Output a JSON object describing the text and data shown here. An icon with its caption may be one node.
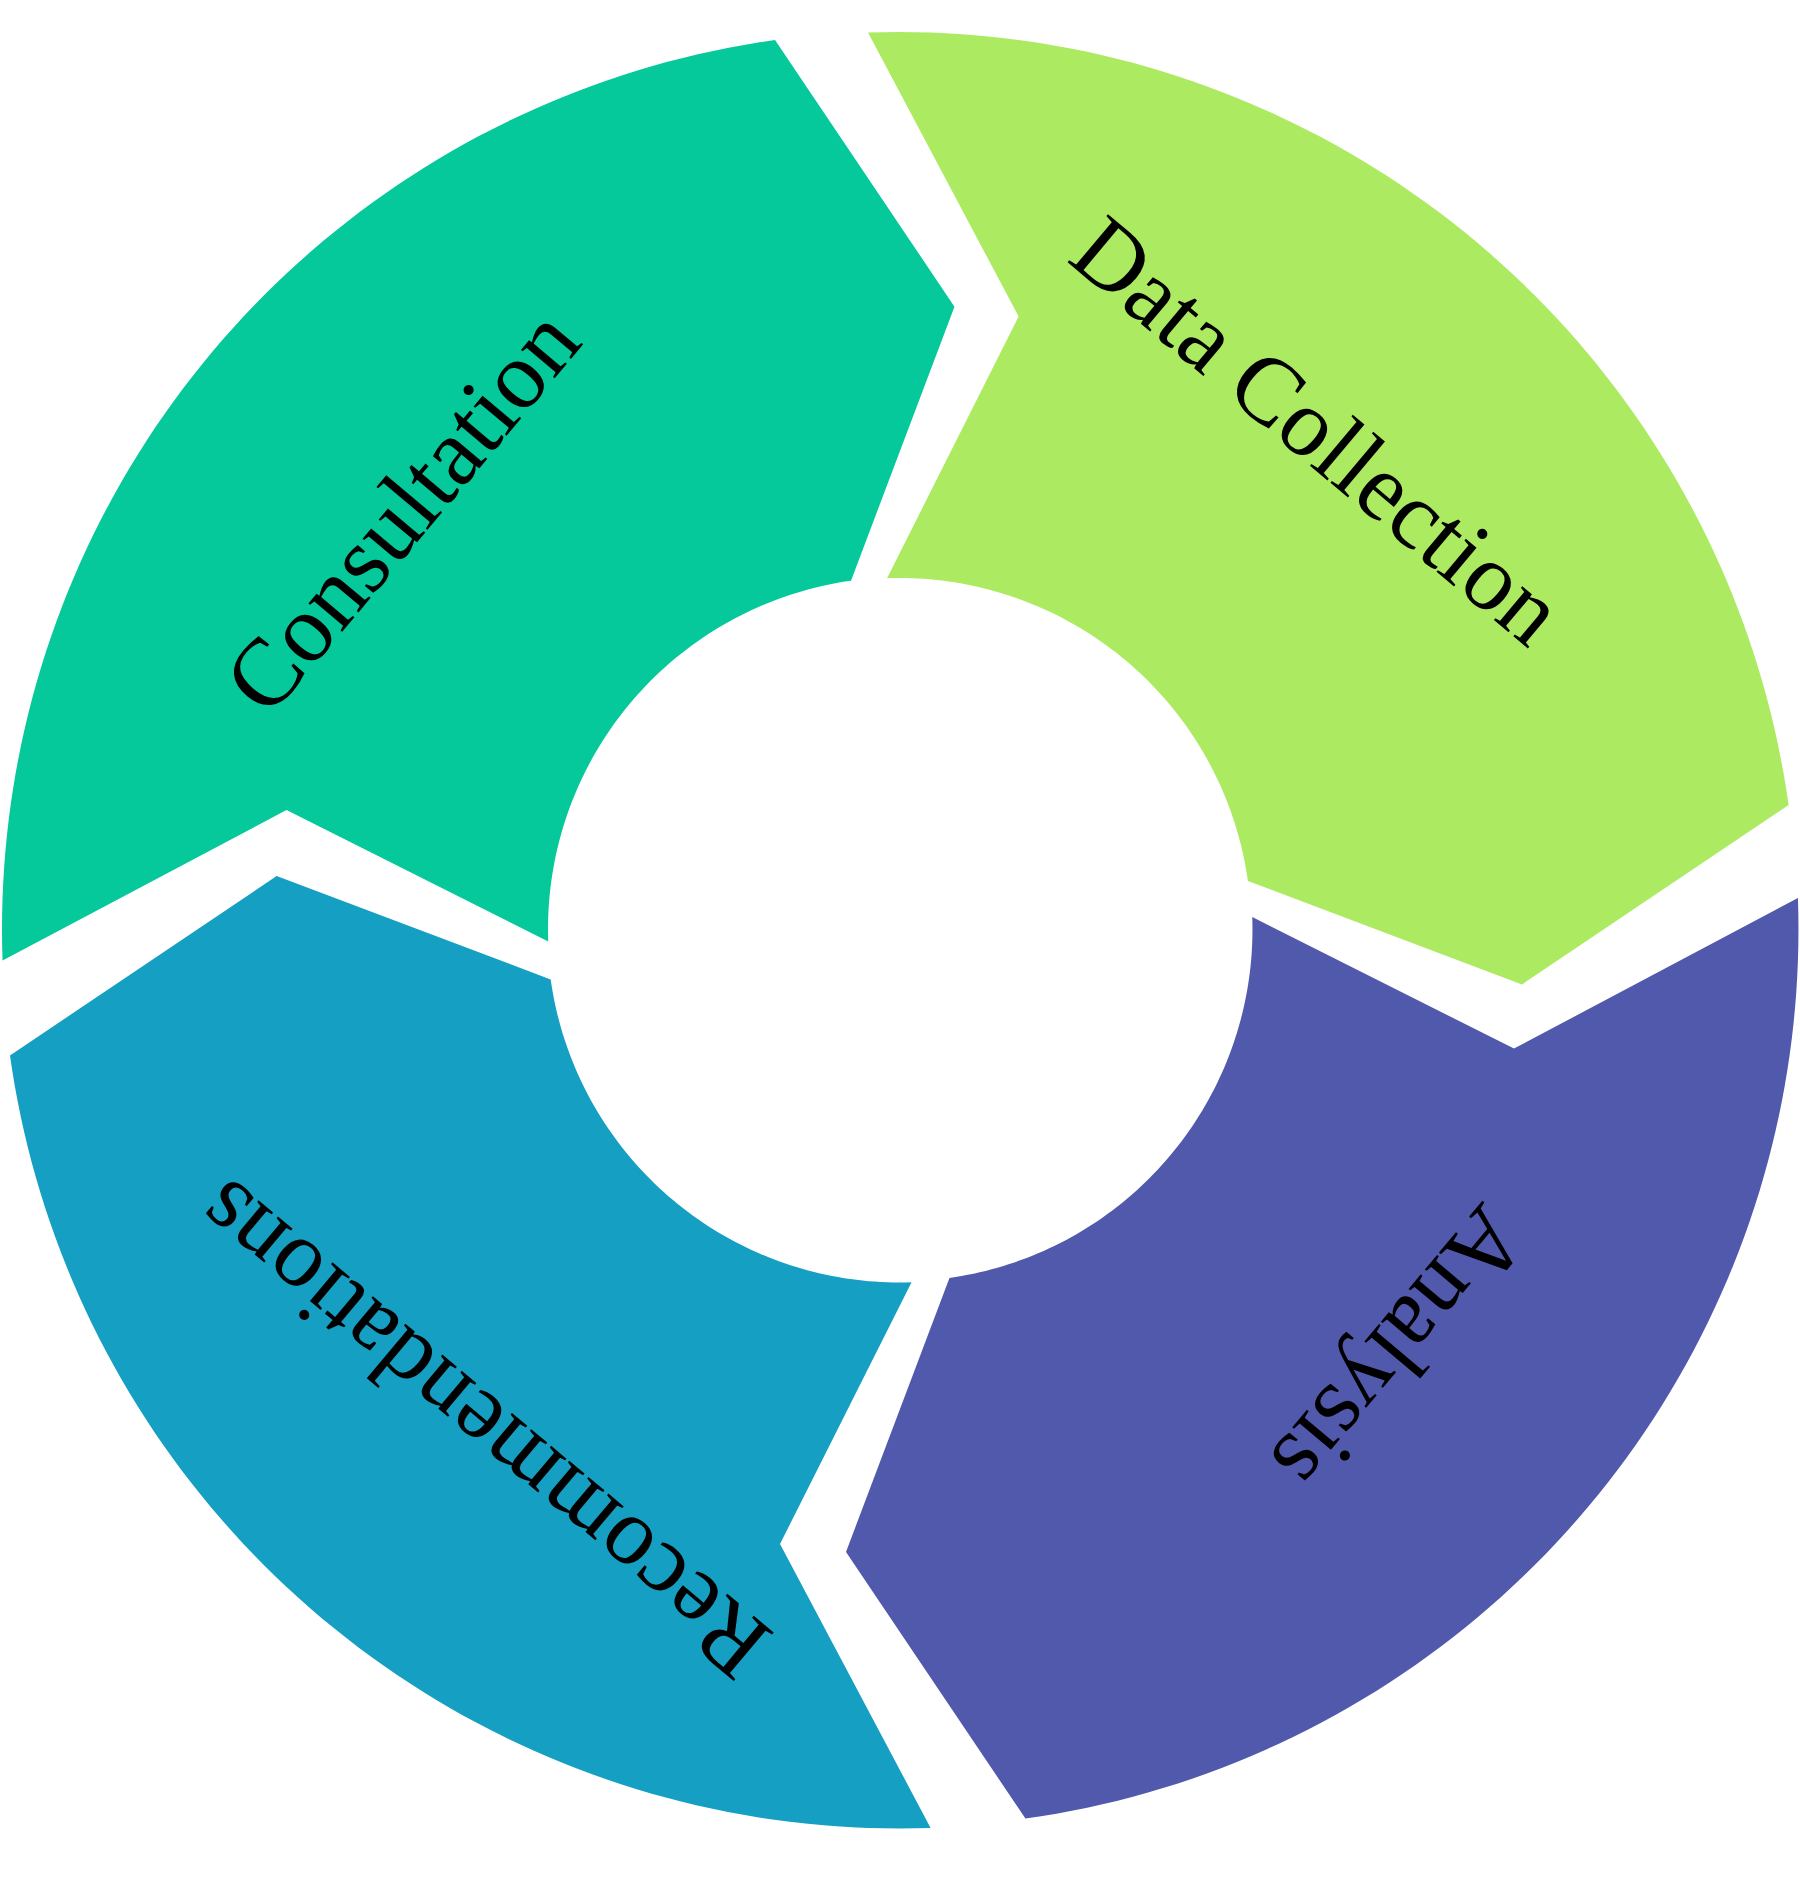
{
  "diagram": {
    "nodes": [
      {
        "text": [
          "Consultation"
        ]
      },
      {
        "text": [
          "Data Collection"
        ]
      },
      {
        "text": [
          "Analysis"
        ]
      },
      {
        "text": [
          "Recommendations"
        ]
      }
    ]
  }
}
